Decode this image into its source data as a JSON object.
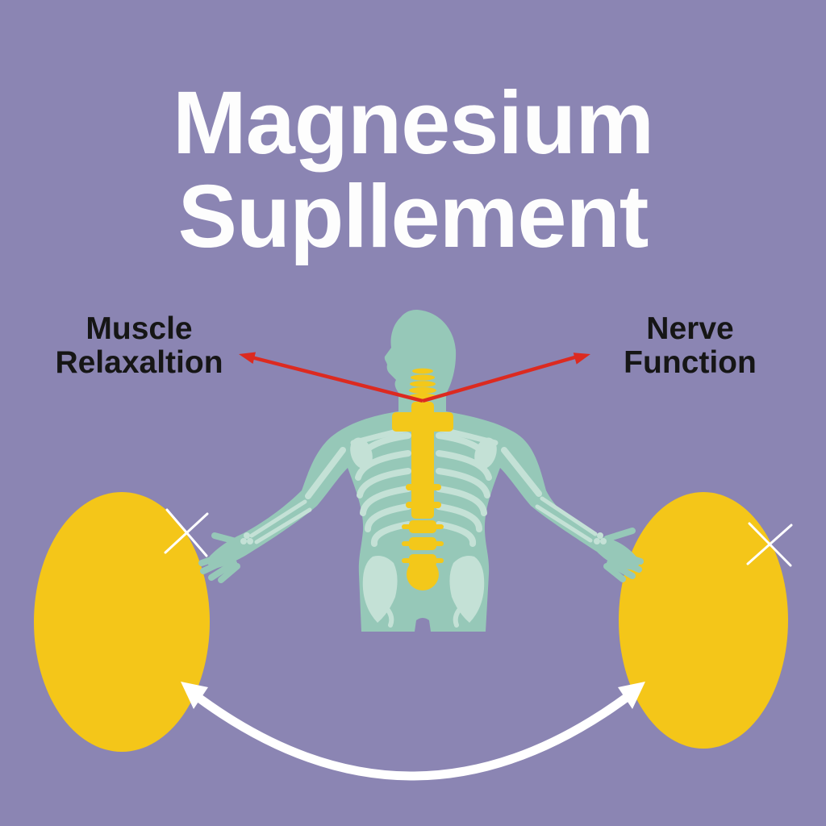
{
  "title": {
    "line1": "Magnesium",
    "line2": "Supllement"
  },
  "annotations": {
    "muscle": {
      "line1": "Muscle",
      "line2": "Relaxaltion"
    },
    "nerve": {
      "line1": "Nerve",
      "line2": "Function"
    }
  },
  "figure": {
    "icons": [
      "human-figure-icon",
      "skeleton-icon",
      "spine-highlight-icon",
      "left-oval-icon",
      "right-oval-icon",
      "left-sparkle-icon",
      "right-sparkle-icon",
      "red-pointer-left-icon",
      "red-pointer-right-icon",
      "curved-double-arrow-icon"
    ]
  },
  "colors": {
    "background": "#8b85b3",
    "body": "#96c8b8",
    "bone": "#c4e1d6",
    "spine_yellow": "#f3c81a",
    "oval_yellow": "#f4c619",
    "arrow_red": "#dc2a20",
    "arrow_white": "#ffffff",
    "title_text": "#fdfdfd",
    "label_text": "#161616"
  }
}
